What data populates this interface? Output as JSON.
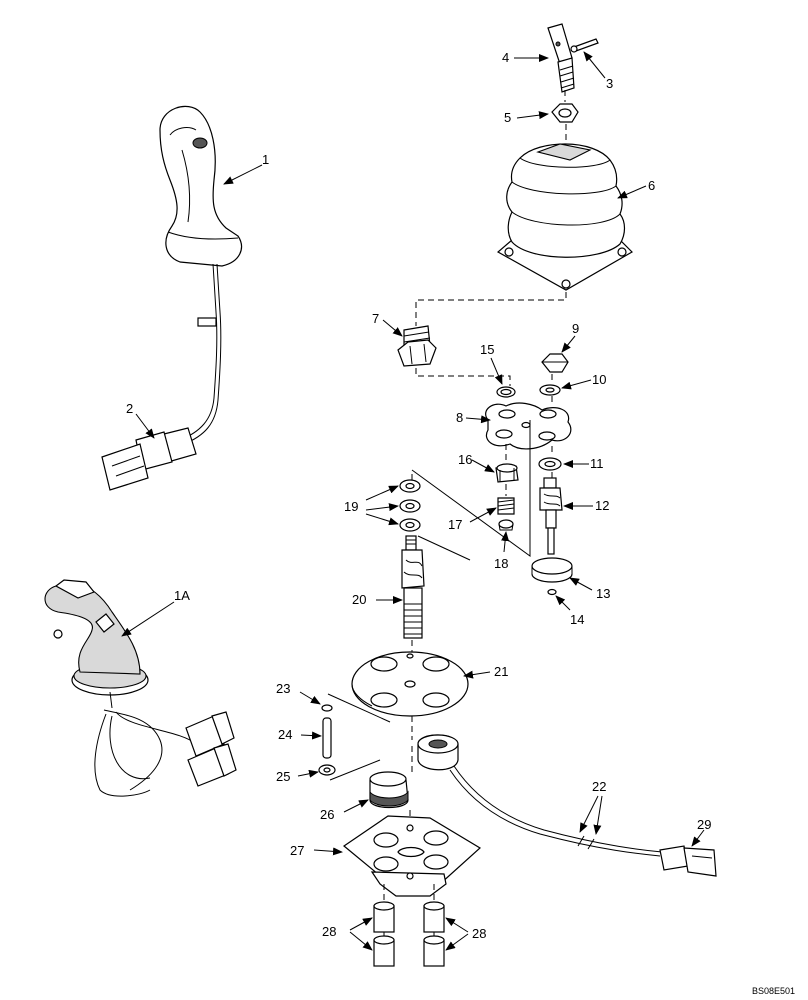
{
  "diagram": {
    "reference_code": "BS08E501",
    "callouts": {
      "c1": "1",
      "c1a": "1A",
      "c2": "2",
      "c3": "3",
      "c4": "4",
      "c5": "5",
      "c6": "6",
      "c7": "7",
      "c8": "8",
      "c9": "9",
      "c10": "10",
      "c11": "11",
      "c12": "12",
      "c13": "13",
      "c14": "14",
      "c15": "15",
      "c16": "16",
      "c17": "17",
      "c18": "18",
      "c19": "19",
      "c20": "20",
      "c21": "21",
      "c22": "22",
      "c23": "23",
      "c24": "24",
      "c25": "25",
      "c26": "26",
      "c27": "27",
      "c28a": "28",
      "c28b": "28",
      "c29": "29"
    }
  }
}
